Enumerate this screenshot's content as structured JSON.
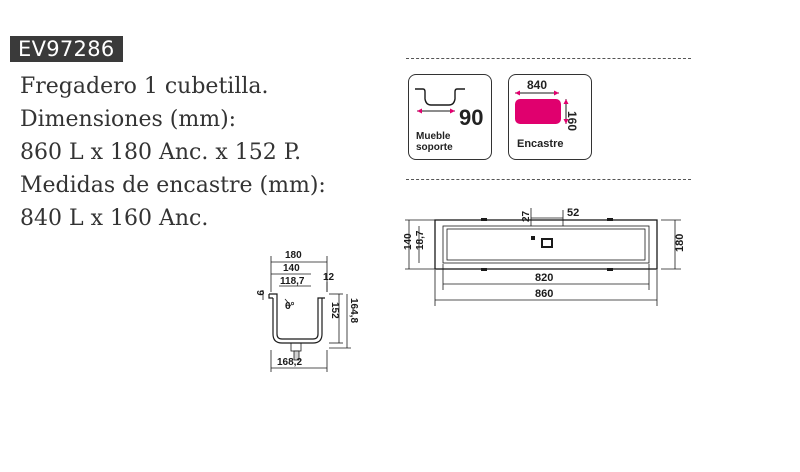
{
  "product": {
    "code": "EV97286",
    "description_lines": [
      "Fregadero 1 cubetilla.",
      "Dimensiones (mm):",
      "860 L x 180 Anc. x 152 P.",
      "Medidas de encastre (mm):",
      "840 L x 160 Anc."
    ]
  },
  "cabinet": {
    "value": "90",
    "label_line1": "Mueble",
    "label_line2": "soporte",
    "icon": "sink-cabinet-icon"
  },
  "cutout": {
    "width": "840",
    "height": "160",
    "label": "Encastre",
    "color": "#e0006e"
  },
  "section_view": {
    "dims": [
      "180",
      "140",
      "118,7",
      "12",
      "9",
      "6°",
      "152",
      "164,8",
      "168,2"
    ]
  },
  "top_view": {
    "dims": [
      "27",
      "52",
      "140",
      "18,7",
      "180",
      "820",
      "860"
    ]
  },
  "colors": {
    "badge_bg": "#3a3a3a",
    "accent": "#e0006e",
    "line": "#1a1a1a"
  }
}
